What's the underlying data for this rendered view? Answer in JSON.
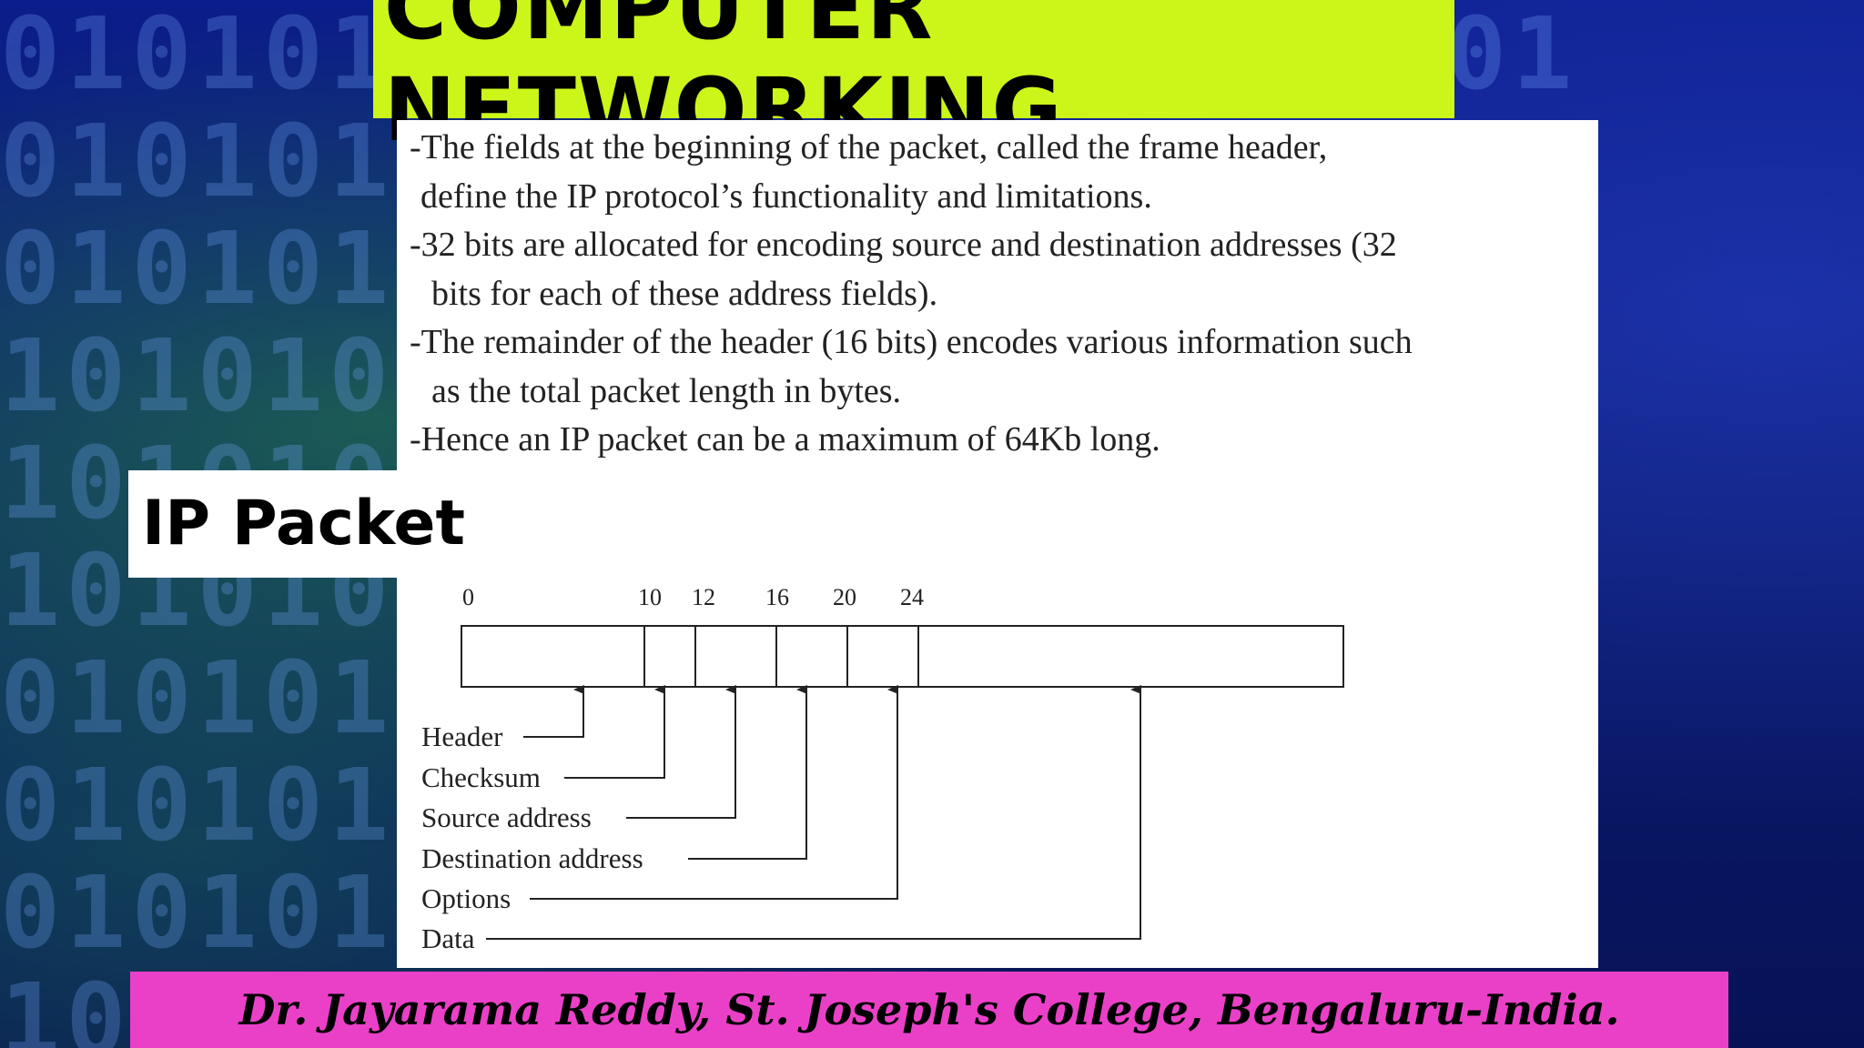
{
  "header": {
    "title": "COMPUTER NETWORKING"
  },
  "content": {
    "bullets": [
      [
        "-The fields at the beginning of the packet, called the frame header,",
        "define the IP protocol’s functionality and limitations."
      ],
      [
        "-32 bits are allocated for encoding source and destination addresses (32",
        "bits for each of these address fields)."
      ],
      [
        "-The remainder of the header (16 bits) encodes various information such",
        "as the total packet length in bytes."
      ],
      [
        "-Hence an IP packet can be a maximum of 64Kb long."
      ]
    ],
    "section_title": "IP Packet"
  },
  "diagram": {
    "ticks": [
      "0",
      "10",
      "12",
      "16",
      "20",
      "24"
    ],
    "fields": [
      "Header",
      "Checksum",
      "Source address",
      "Destination address",
      "Options",
      "Data"
    ]
  },
  "footer": {
    "credit": "Dr. Jayarama Reddy, St. Joseph's College, Bengaluru-India."
  },
  "colors": {
    "title_banner": "#ccf51a",
    "credit_banner": "#ea40c8",
    "background": "#0a1a6e"
  }
}
